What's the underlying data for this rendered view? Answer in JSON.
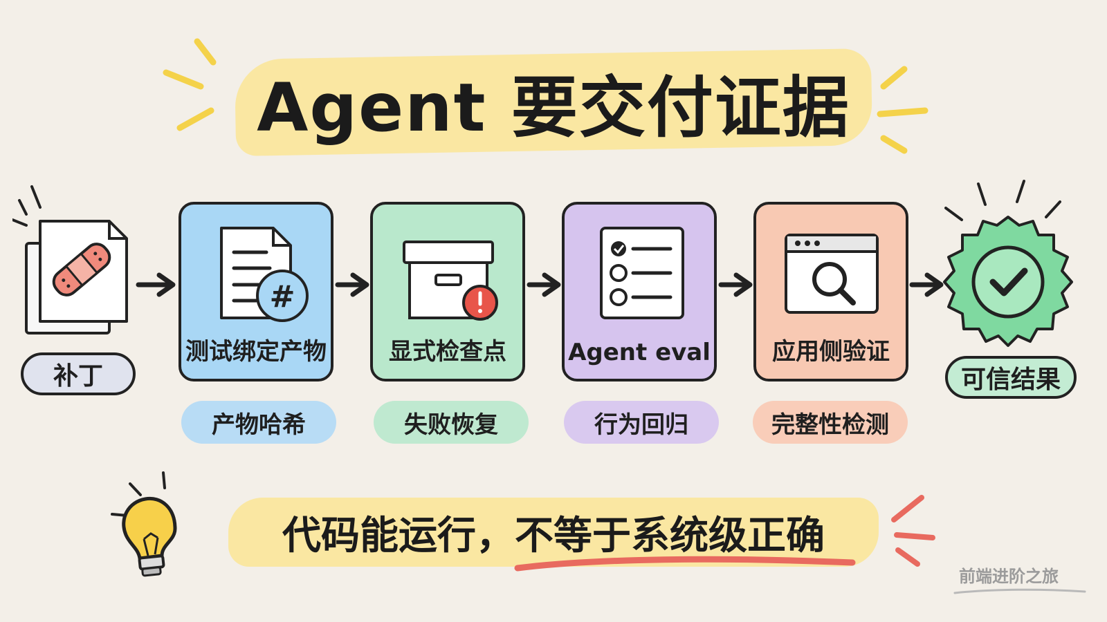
{
  "title": "Agent 要交付证据",
  "start": {
    "label": "补丁",
    "icon": "bandage-document-icon"
  },
  "steps": [
    {
      "label": "测试绑定产物",
      "tag": "产物哈希",
      "icon": "document-hash-icon",
      "color": "#a9d7f5"
    },
    {
      "label": "显式检查点",
      "tag": "失败恢复",
      "icon": "box-alert-icon",
      "color": "#b9e8cc"
    },
    {
      "label": "Agent eval",
      "tag": "行为回归",
      "icon": "checklist-icon",
      "color": "#d6c4ee"
    },
    {
      "label": "应用侧验证",
      "tag": "完整性检测",
      "icon": "browser-search-icon",
      "color": "#f8c9b3"
    }
  ],
  "end": {
    "label": "可信结果",
    "icon": "check-badge-icon"
  },
  "message": "代码能运行，不等于系统级正确",
  "watermark": "前端进阶之旅",
  "colors": {
    "highlight": "#fbe59a",
    "accent_red": "#e86a5f",
    "bulb": "#f7d04a",
    "badge_green": "#7fd9a0"
  }
}
